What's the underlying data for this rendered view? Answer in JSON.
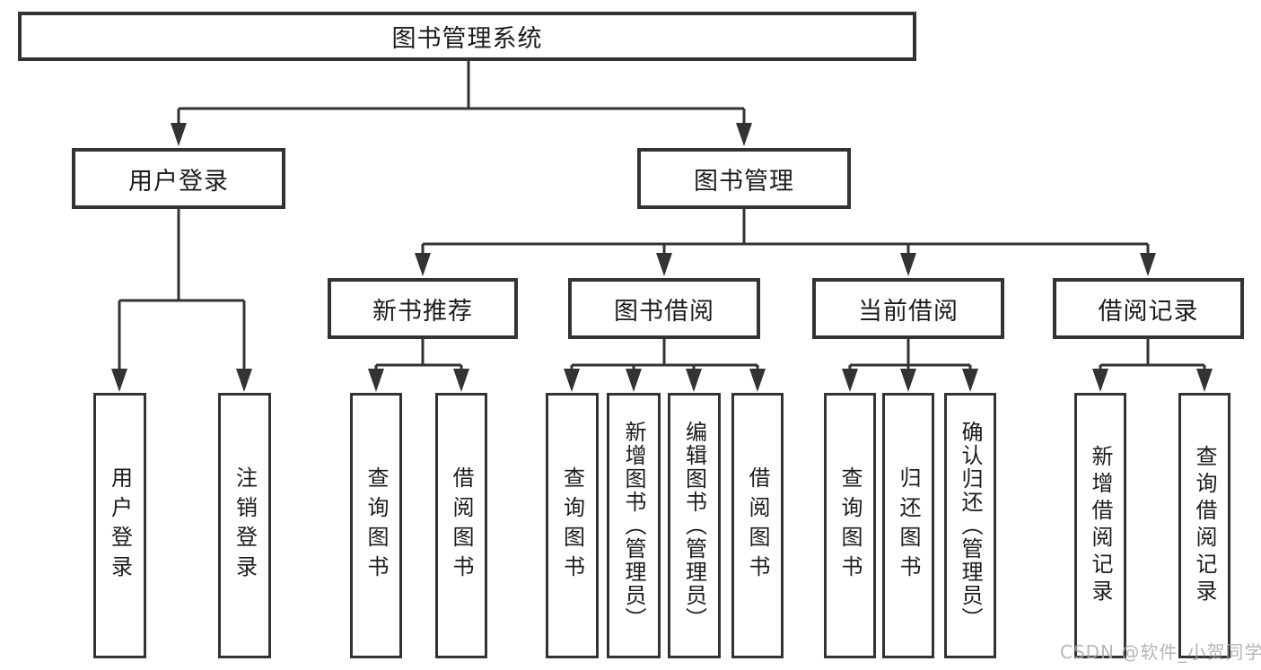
{
  "colors": {
    "line": "#333333",
    "box_border": "#333333",
    "text": "#1c1c1c",
    "watermark": "#aaa9ae",
    "background": "#ffffff"
  },
  "tree": {
    "root": {
      "label": "图书管理系统"
    },
    "branches": [
      {
        "label": "用户登录",
        "children": [
          {
            "label": "用户登录"
          },
          {
            "label": "注销登录"
          }
        ]
      },
      {
        "label": "图书管理",
        "children": [
          {
            "label": "新书推荐",
            "children": [
              {
                "label": "查询图书"
              },
              {
                "label": "借阅图书"
              }
            ]
          },
          {
            "label": "图书借阅",
            "children": [
              {
                "label": "查询图书"
              },
              {
                "label": "新增图书（管理员）"
              },
              {
                "label": "编辑图书（管理员）"
              },
              {
                "label": "借阅图书"
              }
            ]
          },
          {
            "label": "当前借阅",
            "children": [
              {
                "label": "查询图书"
              },
              {
                "label": "归还图书"
              },
              {
                "label": "确认归还（管理员）"
              }
            ]
          },
          {
            "label": "借阅记录",
            "children": [
              {
                "label": "新增借阅记录"
              },
              {
                "label": "查询借阅记录"
              }
            ]
          }
        ]
      }
    ]
  },
  "watermark": {
    "text": "CSDN @软件_小贺同学"
  }
}
